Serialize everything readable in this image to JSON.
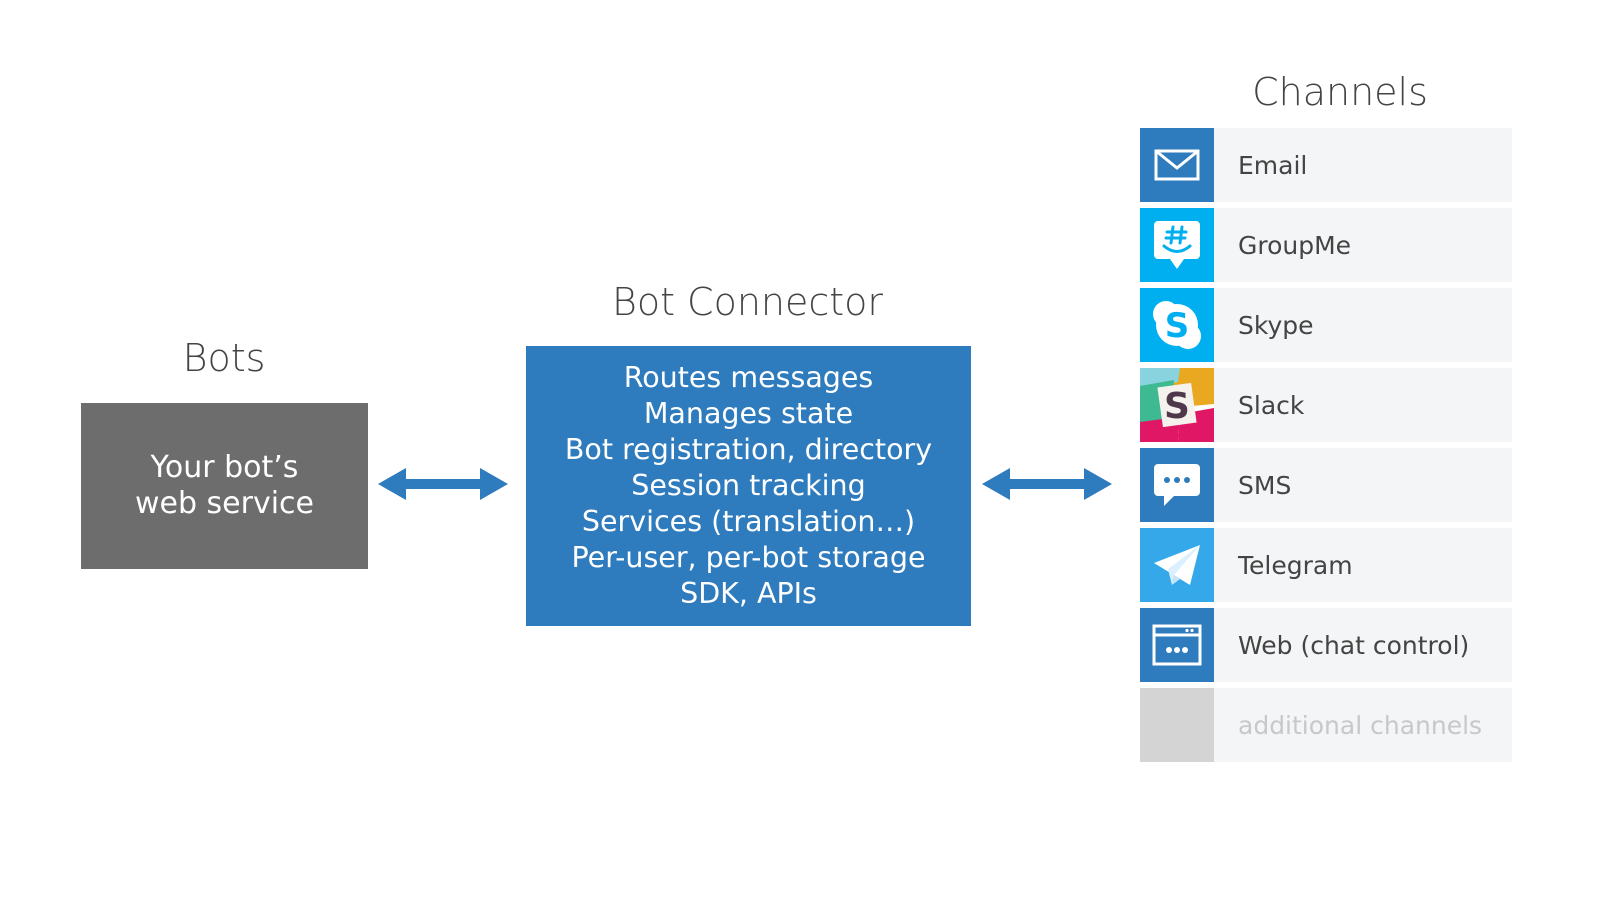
{
  "headings": {
    "bots": "Bots",
    "connector": "Bot Connector",
    "channels": "Channels"
  },
  "bot_box": {
    "line1": "Your bot’s",
    "line2": "web service"
  },
  "connector_box": {
    "lines": [
      "Routes messages",
      "Manages state",
      "Bot registration, directory",
      "Session tracking",
      "Services (translation…)",
      "Per-user, per-bot storage",
      "SDK, APIs"
    ]
  },
  "channels": [
    {
      "label": "Email",
      "icon": "email-icon",
      "color": "#2e7bbd"
    },
    {
      "label": "GroupMe",
      "icon": "groupme-icon",
      "color": "#00aff0"
    },
    {
      "label": "Skype",
      "icon": "skype-icon",
      "color": "#00aff0"
    },
    {
      "label": "Slack",
      "icon": "slack-icon",
      "color": "#e6e6e6"
    },
    {
      "label": "SMS",
      "icon": "sms-icon",
      "color": "#2e7bbd"
    },
    {
      "label": "Telegram",
      "icon": "telegram-icon",
      "color": "#34a8e8"
    },
    {
      "label": "Web (chat control)",
      "icon": "web-chat-icon",
      "color": "#2e7bbd"
    },
    {
      "label": "additional channels",
      "icon": "placeholder-icon",
      "color": "#d4d4d4"
    }
  ],
  "colors": {
    "bot_box": "#6d6d6d",
    "connector_box": "#2e7bbd",
    "arrow": "#2e7bbd",
    "channel_label_bg": "#f4f5f6",
    "heading_text": "#444444"
  }
}
